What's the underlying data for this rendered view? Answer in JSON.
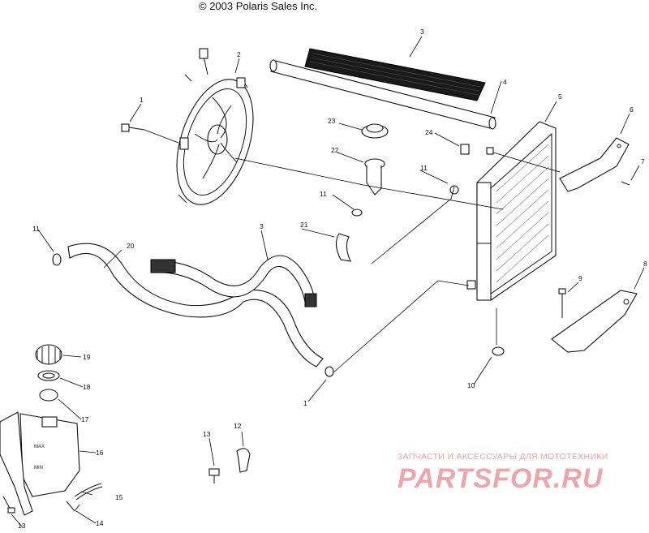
{
  "copyright": "© 2003 Polaris Sales Inc.",
  "watermark": {
    "tagline": "ЗАПЧАСТИ И АКСЕССУАРЫ ДЛЯ МОТОТЕХНИКИ",
    "brand": "PARTSFOR.RU"
  },
  "callouts": [
    "1",
    "2",
    "3",
    "4",
    "5",
    "6",
    "7",
    "8",
    "9",
    "10",
    "11",
    "11",
    "11",
    "11",
    "12",
    "13",
    "13",
    "14",
    "15",
    "16",
    "17",
    "18",
    "19",
    "20",
    "21",
    "22",
    "23",
    "24",
    "3",
    "1"
  ],
  "colors": {
    "line": "#000000",
    "watermark": "#e35b66"
  }
}
